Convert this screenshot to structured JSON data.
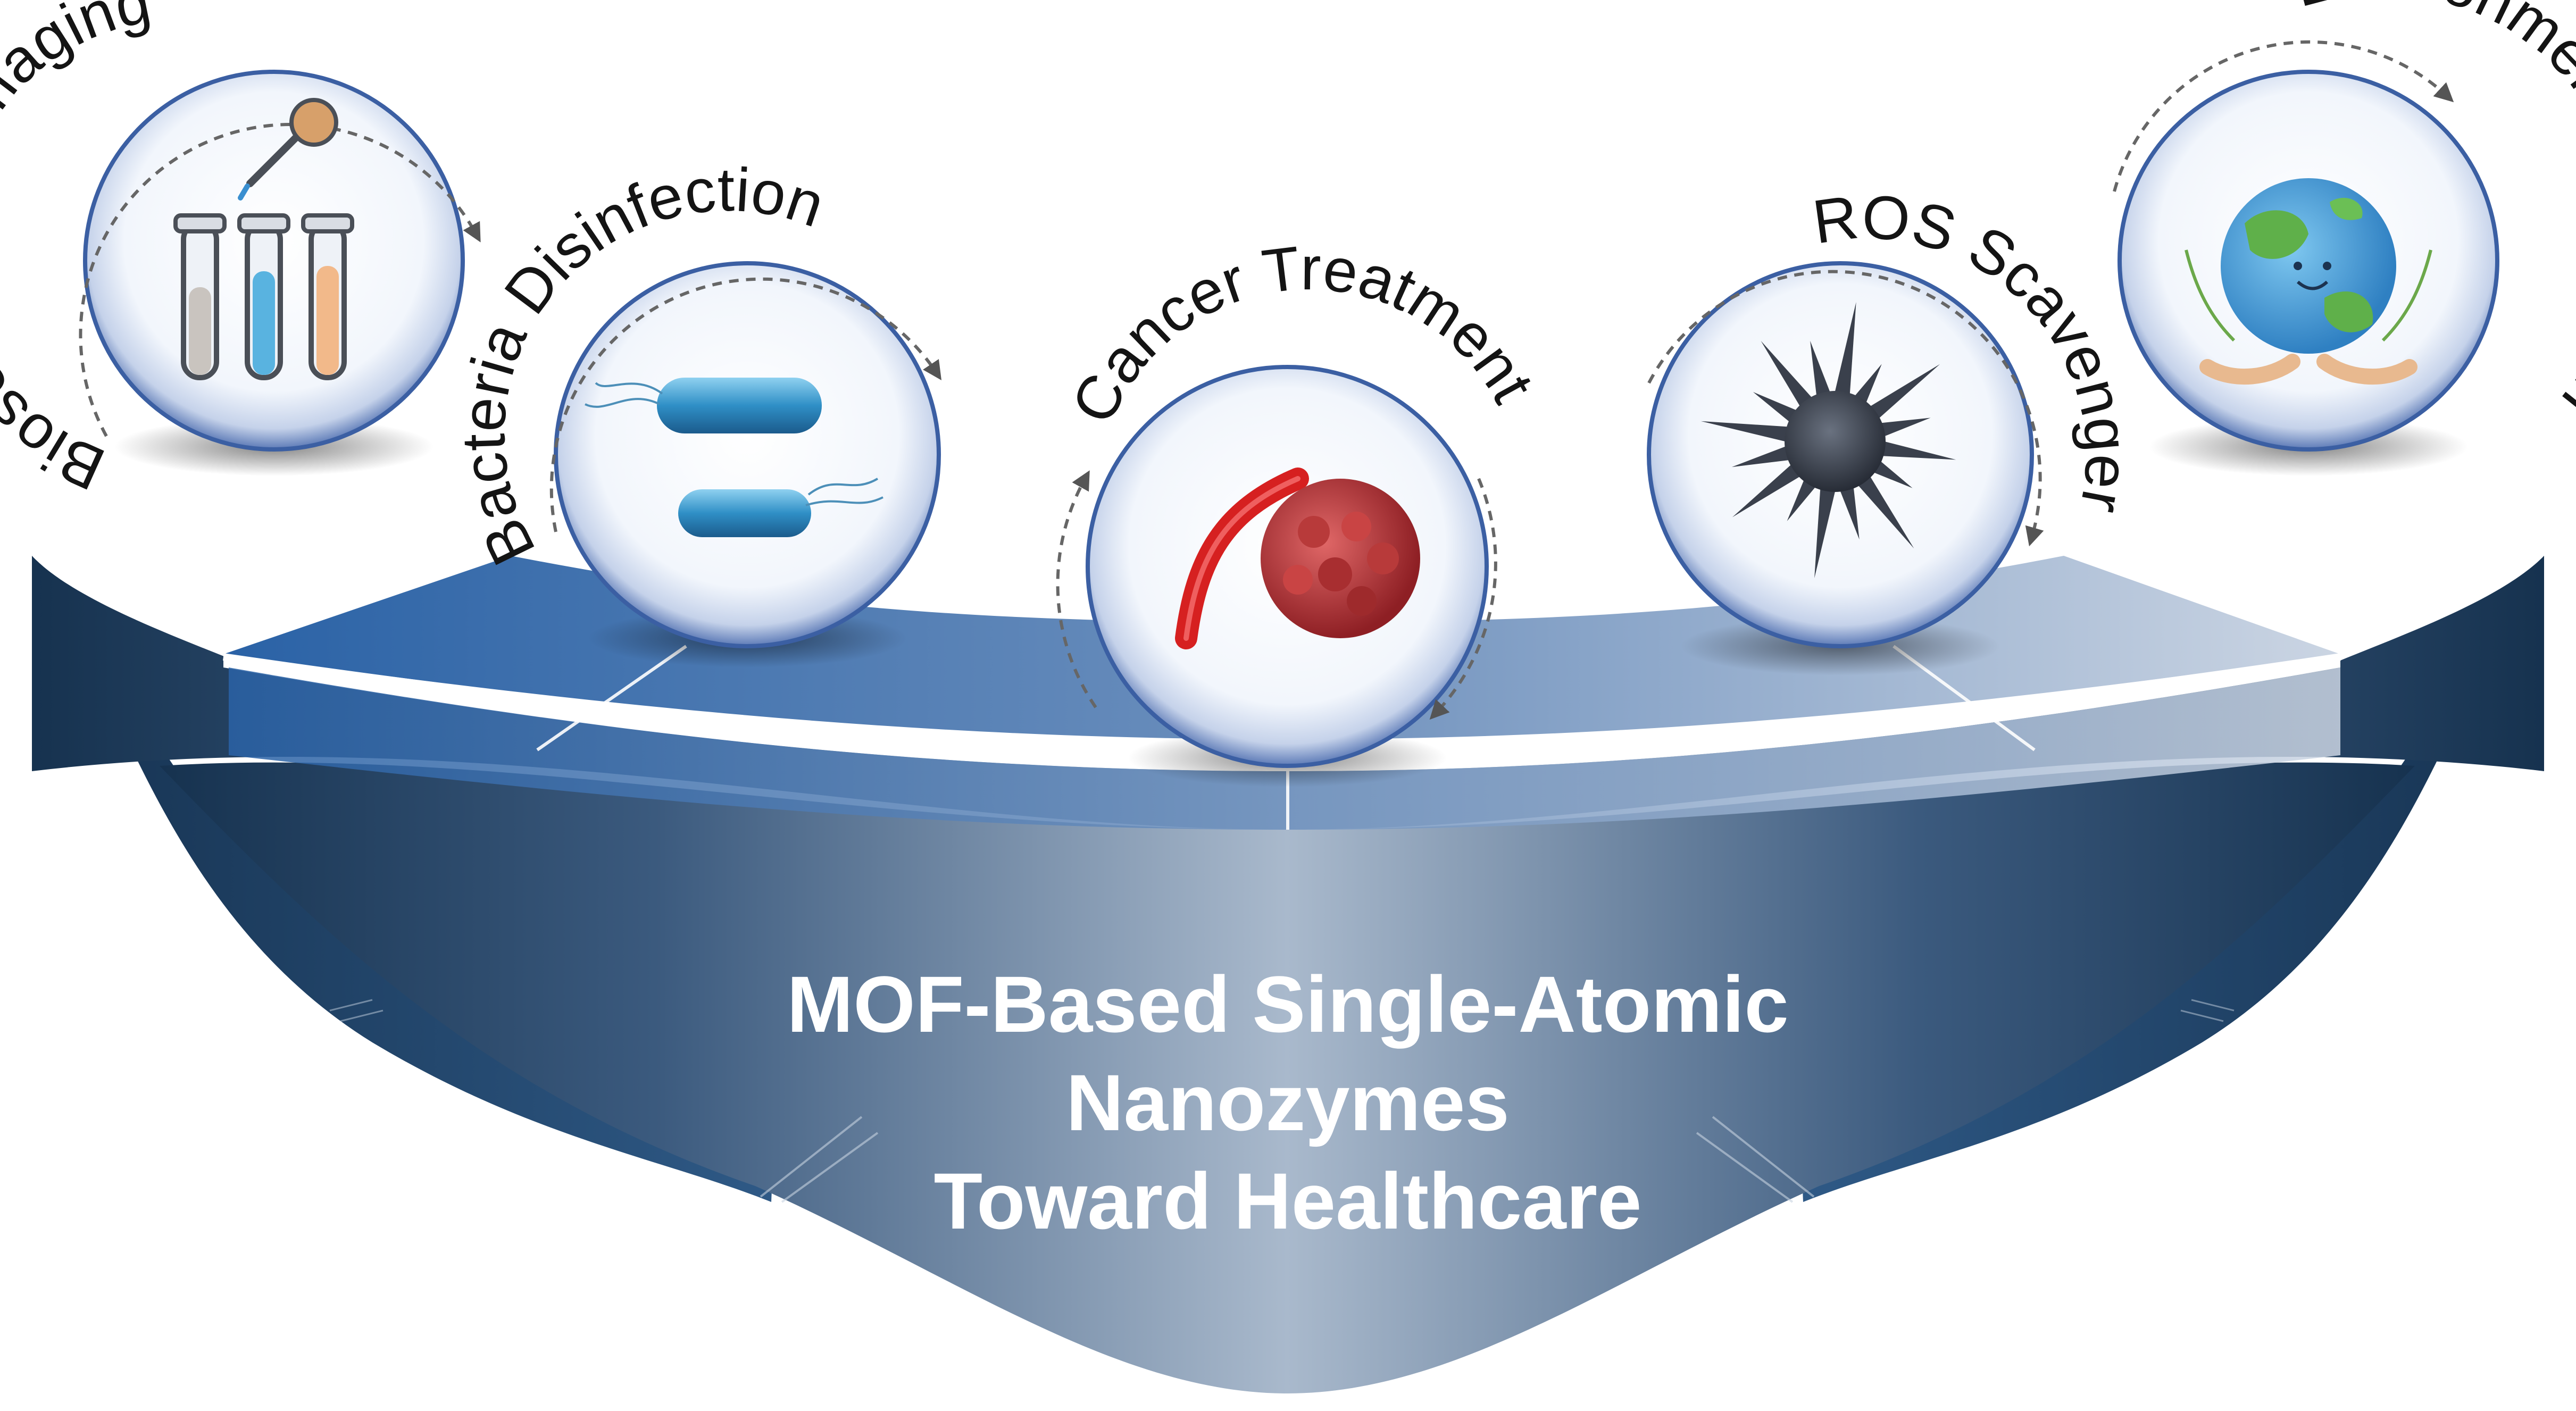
{
  "title_lines": [
    "MOF-Based Single-Atomic",
    "Nanozymes",
    "Toward Healthcare"
  ],
  "applications": [
    {
      "label": "Biosensor/Bioimaging",
      "icon": "test-tubes-dropper-icon"
    },
    {
      "label": "Bacteria Disinfection",
      "icon": "bacteria-icon"
    },
    {
      "label": "Cancer Treatment",
      "icon": "tumor-cell-icon"
    },
    {
      "label": "ROS Scavenger",
      "icon": "spiky-nanoparticle-icon"
    },
    {
      "label": "Environment Protection",
      "icon": "earth-in-hands-icon"
    }
  ],
  "colors": {
    "bowl_dark": "#1c3a5e",
    "bowl_light": "#a7b8cc",
    "platform_left": "#2e66a8",
    "platform_right": "#c9d4e2",
    "sphere_rim": "#3b5fa3",
    "label_text": "#141414"
  }
}
